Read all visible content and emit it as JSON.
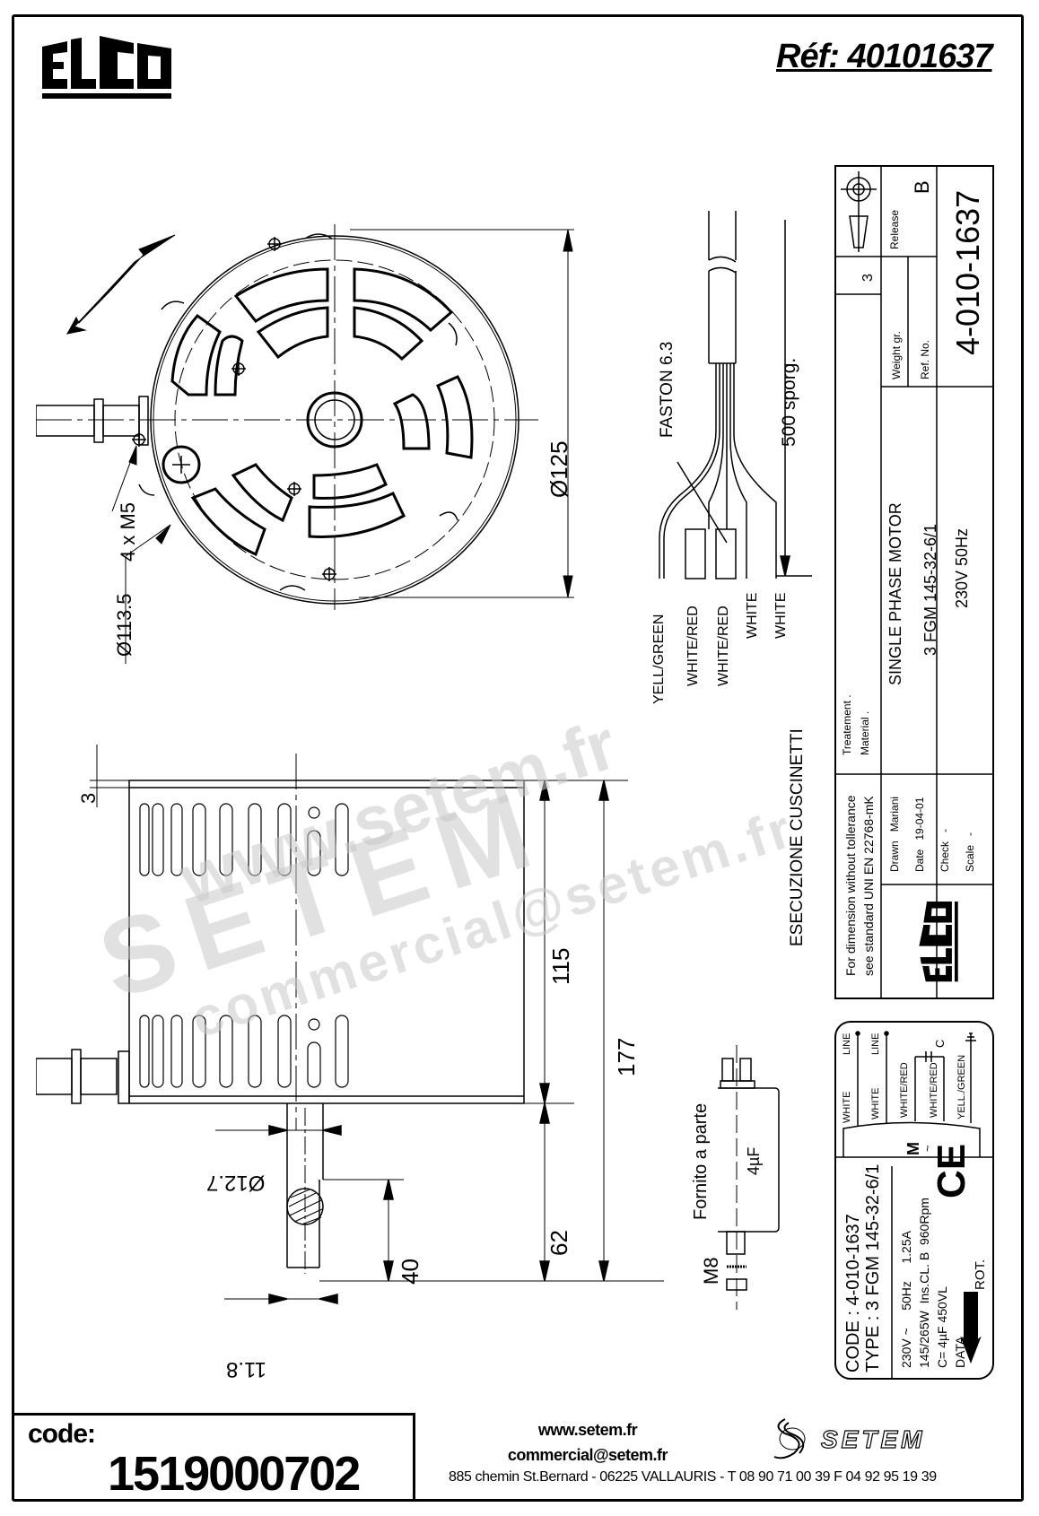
{
  "header": {
    "brand": "ELCO",
    "reference": "Réf: 40101637"
  },
  "front_view": {
    "rotation_arrow": "bidirectional-rotation-arrow",
    "dim_outer_diameter": "Ø125",
    "dim_bolt_circle": "Ø113.5",
    "dim_mounting_holes": "4 x M5"
  },
  "cable": {
    "length_label": "500 sporg.",
    "connector_label": "FASTON 6.3",
    "wires": [
      "YELL/GREEN",
      "WHITE/RED",
      "WHITE/RED",
      "WHITE",
      "WHITE"
    ]
  },
  "side_view": {
    "dim_flange": "3",
    "dim_body": "115",
    "dim_total": "177",
    "dim_shaft_len": "62",
    "dim_flat_len": "40",
    "dim_shaft_dia": "Ø12.7",
    "dim_flat": "11.8"
  },
  "capacitor": {
    "note": "Fornito a parte",
    "value": "4µF",
    "thread": "M8"
  },
  "bearing_note": "ESECUZIONE CUSCINETTI",
  "title_block": {
    "sheet_size": "3",
    "release_label": "Release",
    "release_value": "B",
    "weight_label": "Weight gr.",
    "ref_no_label": "Ref. No.",
    "part_number": "4-010-1637",
    "treatment_label": "Treatement .",
    "material_label": "Material .",
    "description": "SINGLE PHASE MOTOR",
    "type": "3 FGM 145-32-6/1",
    "rating": "230V   50Hz",
    "tolerance_note_1": "For dimension without tollerance",
    "tolerance_note_2": "see standard UNI EN 22768-mK",
    "drawn_label": "Drawn",
    "drawn_value": "Mariani",
    "date_label": "Date",
    "date_value": "19-04-01",
    "check_label": "Check",
    "check_value": "-",
    "scale_label": "Scale",
    "scale_value": "-",
    "logo": "ELCO"
  },
  "nameplate": {
    "code": "CODE : 4-010-1637",
    "type": "TYPE : 3 FGM 145-32-6/1",
    "row1_a": "230V ~",
    "row1_b": "50Hz",
    "row1_c": "1.25A",
    "row2_a": "145/265W",
    "row2_b": "Ins.CL. B",
    "row2_c": "960Rpm",
    "row3": "C= 4µF  450VL",
    "row4": "DATA",
    "rotation": "ROT.",
    "ce_mark": "CE",
    "motor_symbol": "M",
    "motor_tilde": "~",
    "wiring": [
      {
        "color": "WHITE",
        "function": "LINE"
      },
      {
        "color": "WHITE",
        "function": "LINE"
      },
      {
        "color": "WHITE/RED",
        "function": ""
      },
      {
        "color": "WHITE/RED",
        "function": "C"
      },
      {
        "color": "YELL./GREEN",
        "function": "earth"
      }
    ]
  },
  "footer": {
    "code_label": "code:",
    "code_value": "1519000702",
    "website": "www.setem.fr",
    "email": "commercial@setem.fr",
    "address": "885 chemin St.Bernard  -  06225 VALLAURIS  -  T 08 90 71 00 39   F 04 92 95 19 39",
    "company": "SETEM"
  },
  "watermark": {
    "line1": "www.setem.fr",
    "line2": "SETEM",
    "line3": "commercial@setem.fr"
  }
}
